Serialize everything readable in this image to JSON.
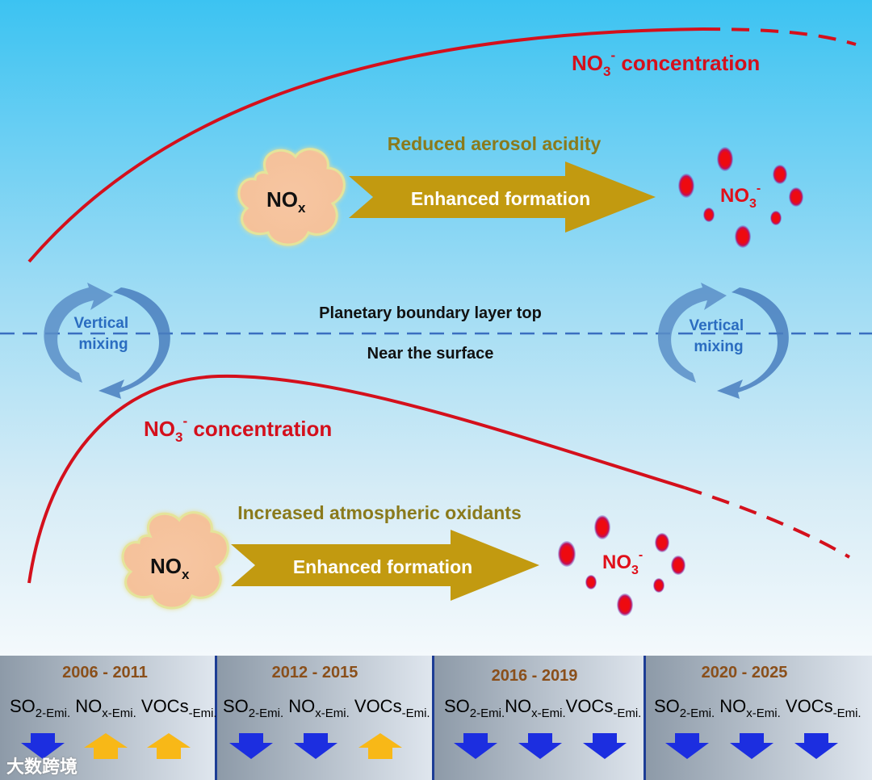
{
  "upper": {
    "curve_label_base": "NO",
    "curve_label_sub": "3",
    "curve_label_sup": "-",
    "curve_label_rest": " concentration",
    "process_label": "Reduced aerosol acidity",
    "arrow_label": "Enhanced formation",
    "source_base": "NO",
    "source_sub": "x",
    "product_base": "NO",
    "product_sub": "3",
    "product_sup": "-"
  },
  "boundary": {
    "top_label": "Planetary boundary layer top",
    "bottom_label": "Near the surface",
    "mixing_left_line1": "Vertical",
    "mixing_left_line2": "mixing",
    "mixing_right_line1": "Vertical",
    "mixing_right_line2": "mixing"
  },
  "lower": {
    "curve_label_base": "NO",
    "curve_label_sub": "3",
    "curve_label_sup": "-",
    "curve_label_rest": " concentration",
    "process_label": "Increased atmospheric oxidants",
    "arrow_label": "Enhanced formation",
    "source_base": "NO",
    "source_sub": "x",
    "product_base": "NO",
    "product_sub": "3",
    "product_sup": "-"
  },
  "periods": [
    {
      "label": "2006 - 2011",
      "trends": [
        "down",
        "up",
        "up"
      ]
    },
    {
      "label": "2012 - 2015",
      "trends": [
        "down",
        "down",
        "up"
      ]
    },
    {
      "label": "2016 - 2019",
      "trends": [
        "down",
        "down",
        "down"
      ]
    },
    {
      "label": "2020 - 2025",
      "trends": [
        "down",
        "down",
        "down"
      ]
    }
  ],
  "emissions": {
    "so2_base": "SO",
    "so2_sub": "2-Emi.",
    "nox_base": "NO",
    "nox_sub": "x-Emi.",
    "voc_base": "VOCs",
    "voc_sub": "-Emi."
  },
  "colors": {
    "curve": "#d4101c",
    "down_arrow": "#1c2ee0",
    "up_arrow": "#f8b817",
    "formation_arrow": "#c29a10",
    "process_text": "#8a7a1c",
    "mixing_text": "#2a6cc0",
    "period_text": "#8a4f1a"
  },
  "watermark": "大数跨境"
}
